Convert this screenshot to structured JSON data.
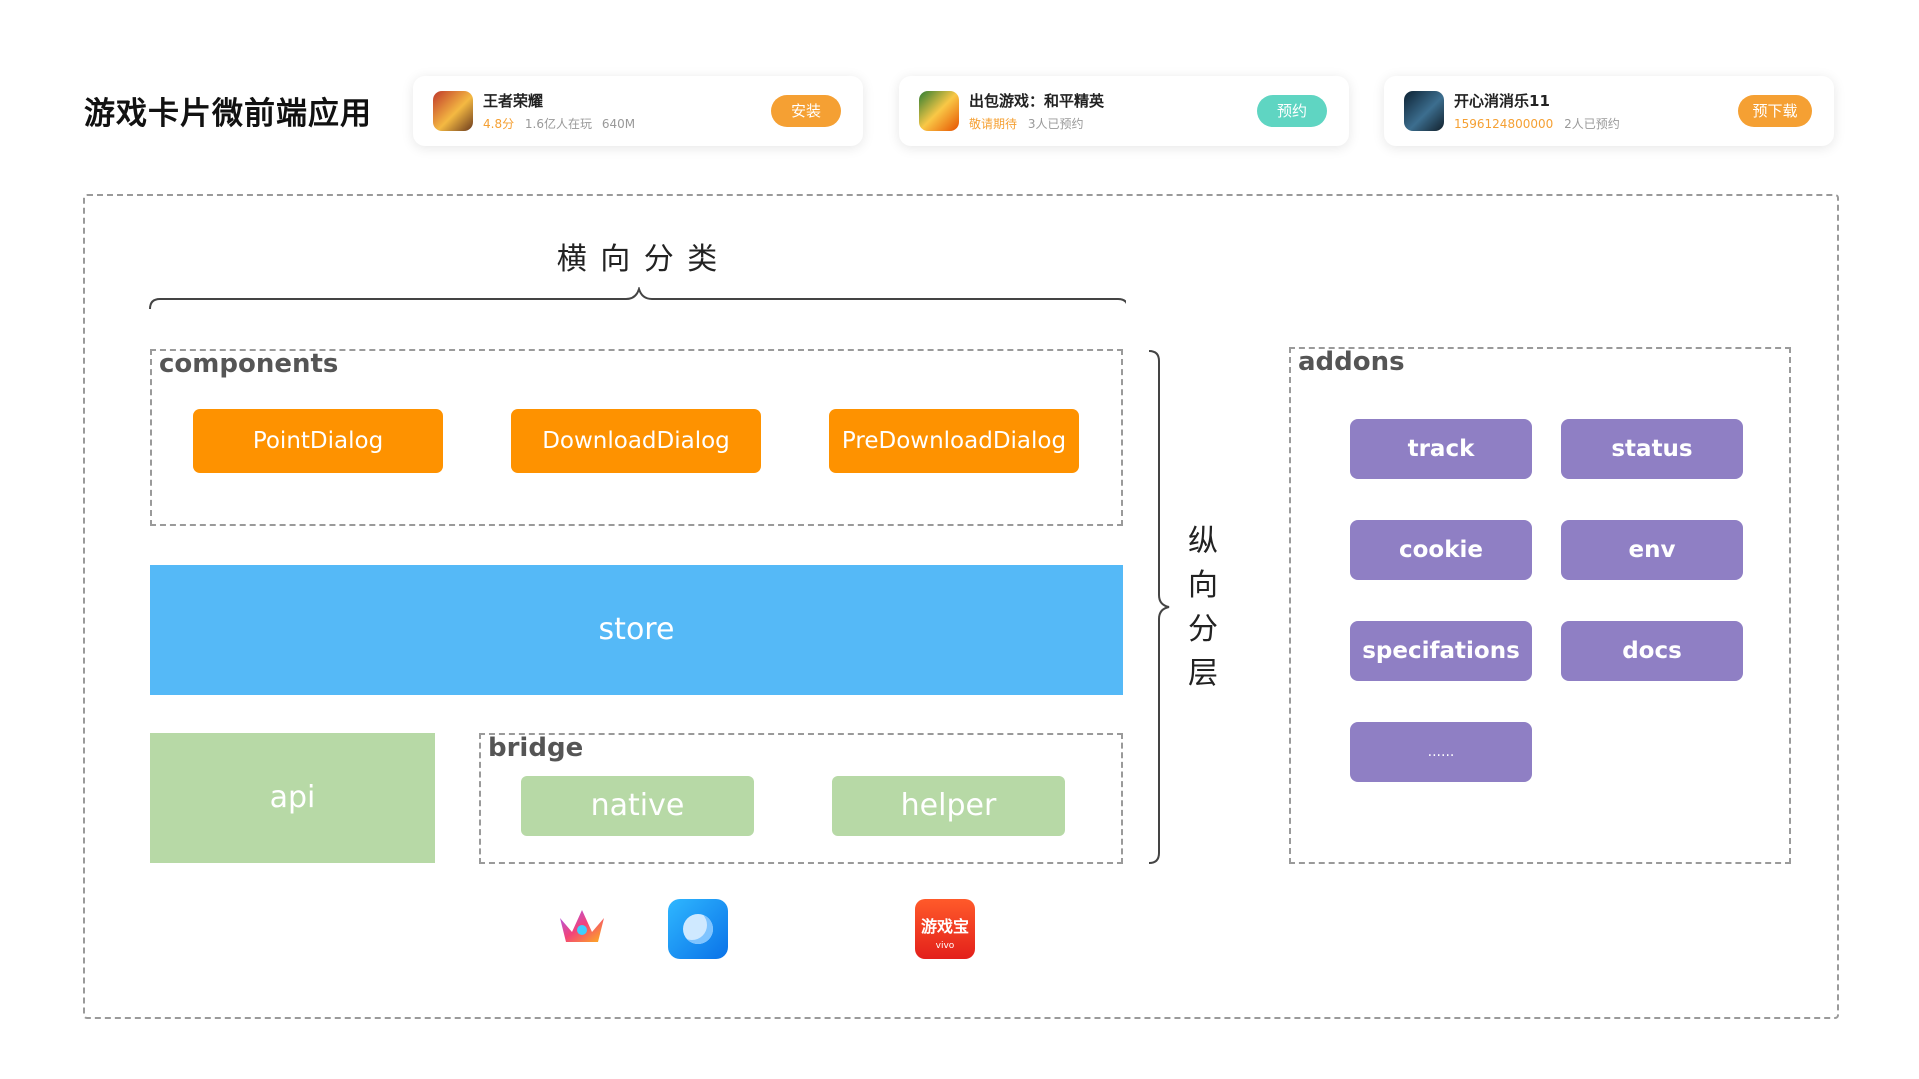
{
  "header": {
    "title": "游戏卡片微前端应用"
  },
  "cards": [
    {
      "name": "王者荣耀",
      "highlight": "4.8分",
      "meta1": "1.6亿人在玩",
      "meta2": "640M",
      "button": "安装",
      "button_color": "#f5a033"
    },
    {
      "name": "出包游戏：和平精英",
      "highlight": "敬请期待",
      "meta1": "3人已预约",
      "meta2": "",
      "button": "预约",
      "button_color": "#5fd5c2"
    },
    {
      "name": "开心消消乐11",
      "highlight": "1596124800000",
      "meta1": "2人已预约",
      "meta2": "",
      "button": "预下载",
      "button_color": "#f5a033"
    }
  ],
  "diagram": {
    "horizontal_label": "横 向 分 类",
    "vertical_label": [
      "纵",
      "向",
      "分",
      "层"
    ],
    "components": {
      "label": "components",
      "items": [
        "PointDialog",
        "DownloadDialog",
        "PreDownloadDialog"
      ]
    },
    "store": {
      "label": "store"
    },
    "api": {
      "label": "api"
    },
    "bridge": {
      "label": "bridge",
      "items": [
        "native",
        "helper"
      ]
    },
    "addons": {
      "label": "addons",
      "items": [
        "track",
        "status",
        "cookie",
        "env",
        "specifations",
        "docs",
        "......"
      ]
    },
    "platform_icons": [
      "crown-app-icon",
      "browser-app-icon",
      "game-center-app-icon"
    ],
    "platform_icon_texts": [
      "游戏宝",
      "vivo"
    ]
  },
  "colors": {
    "orange": "#fe9200",
    "blue": "#55b9f7",
    "green": "#b7d9a6",
    "purple": "#8f7fc4"
  }
}
